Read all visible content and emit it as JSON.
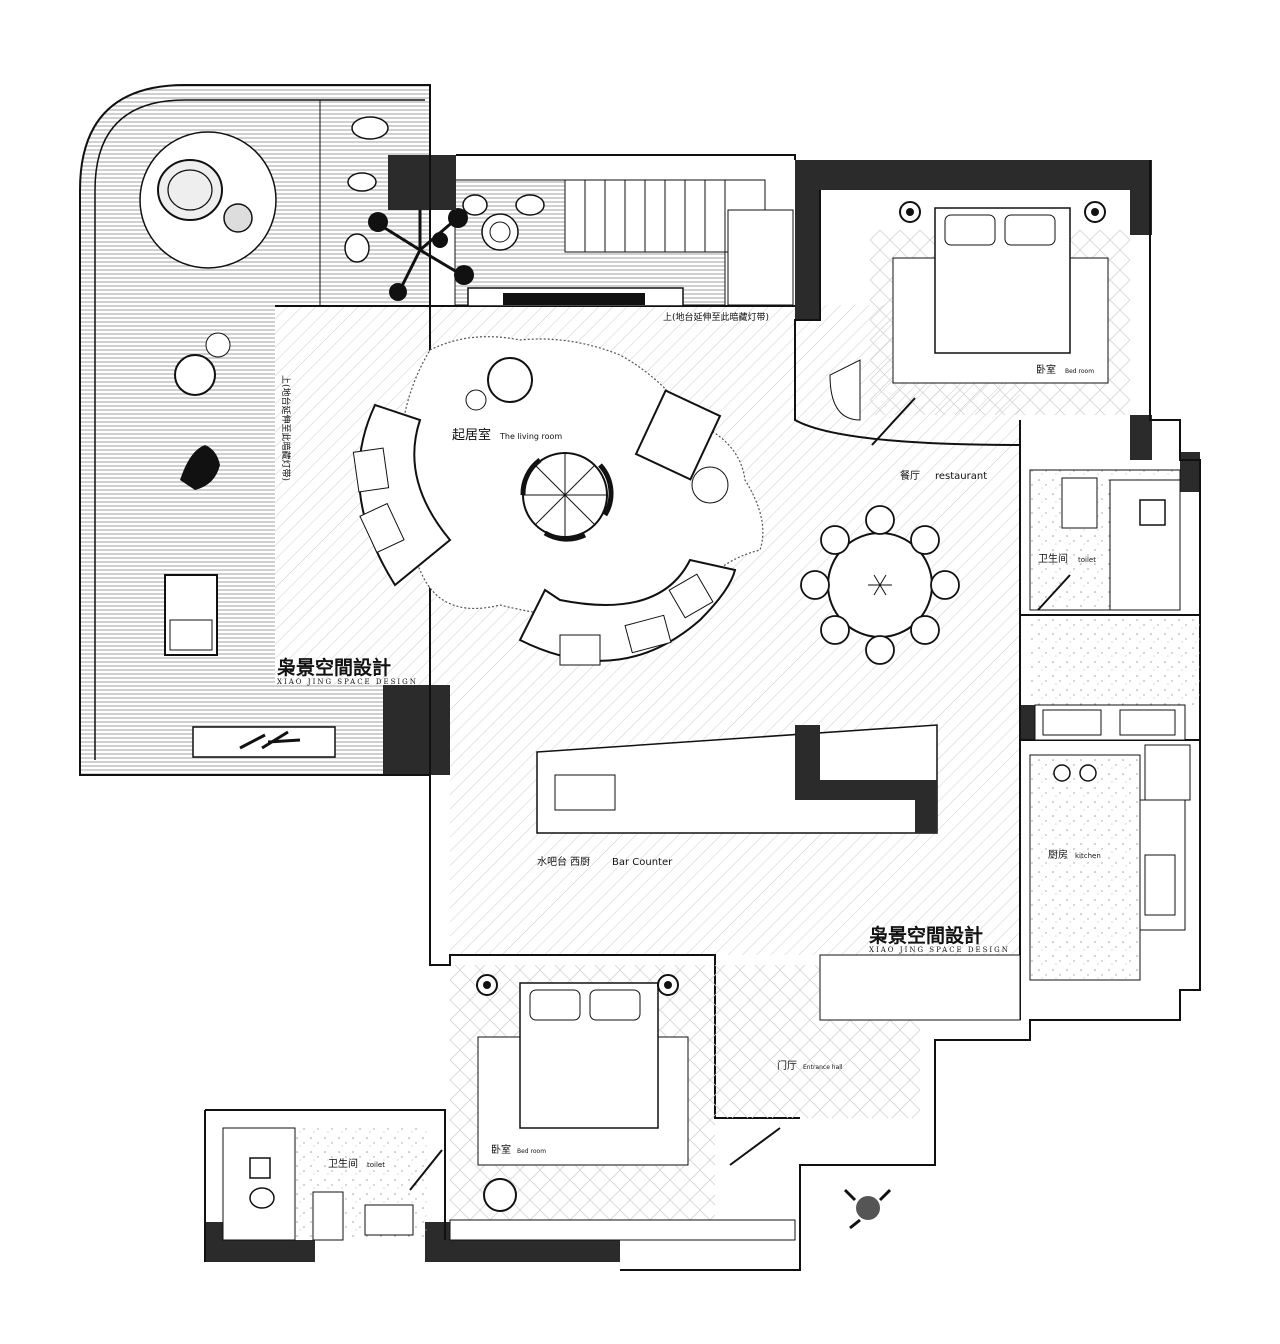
{
  "brand": {
    "name_cn": "枭景空間設計",
    "name_en": "XIAO JING SPACE DESIGN"
  },
  "rooms": {
    "living": {
      "cn": "起居室",
      "en": "The living room"
    },
    "restaurant": {
      "cn": "餐厅",
      "en": "restaurant"
    },
    "bedroom_top": {
      "cn": "卧室",
      "en": "Bed room"
    },
    "toilet_right": {
      "cn": "卫生间",
      "en": "toilet"
    },
    "kitchen": {
      "cn": "厨房",
      "en": "kitchen"
    },
    "bar": {
      "cn": "水吧台 西厨",
      "en": "Bar Counter"
    },
    "entrance": {
      "cn": "门厅",
      "en": "Entrance hall"
    },
    "bedroom_bottom": {
      "cn": "卧室",
      "en": "Bed room"
    },
    "toilet_left": {
      "cn": "卫生间",
      "en": "toilet"
    }
  },
  "notes": {
    "top": "上(地台延伸至此暗藏灯带)",
    "side": "上(地台延伸至此暗藏灯带)"
  },
  "colors": {
    "wall": "#2b2b2b",
    "line": "#111111",
    "hatch": "#9a9a9a",
    "paper": "#ffffff"
  }
}
